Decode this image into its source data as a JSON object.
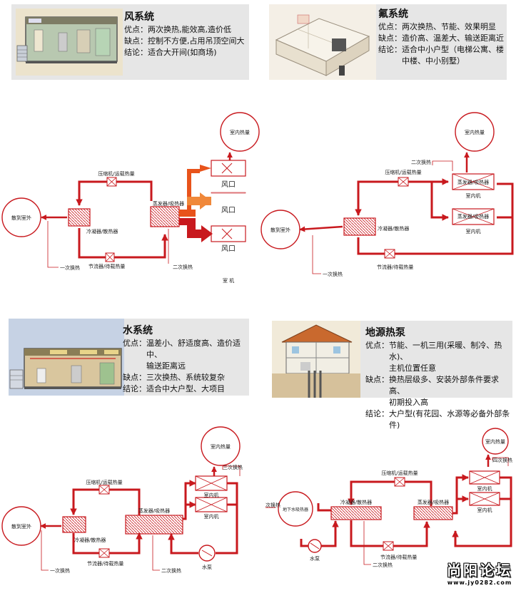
{
  "cards": {
    "air": {
      "title": "风系统",
      "rows": [
        {
          "k": "优点：",
          "v": "两次换热,能效高,造价低"
        },
        {
          "k": "缺点：",
          "v": "控制不方便,占用吊顶空间大"
        },
        {
          "k": "结论：",
          "v": "适合大开间(如商场)"
        }
      ]
    },
    "freon": {
      "title": "氟系统",
      "rows": [
        {
          "k": "优点：",
          "v": "两次换热、节能、效果明显"
        },
        {
          "k": "缺点：",
          "v": "造价高、温差大、输送距离近"
        },
        {
          "k": "结论：",
          "v": "适合中小户型（电梯公寓、楼\n中楼、中小别墅）"
        }
      ]
    },
    "water": {
      "title": "水系统",
      "rows": [
        {
          "k": "优点：",
          "v": "温差小、舒适度高、造价适中、\n输送距离远"
        },
        {
          "k": "缺点：",
          "v": "三次换热、系统较复杂"
        },
        {
          "k": "结论：",
          "v": "适合中大户型、大项目"
        }
      ]
    },
    "geo": {
      "title": "地源热泵",
      "rows": [
        {
          "k": "优点：",
          "v": "节能、一机三用(采暖、制冷、热水)、\n主机位置任意"
        },
        {
          "k": "缺点：",
          "v": "换热层级多、安装外部条件要求高、\n初期投入高"
        },
        {
          "k": "结论：",
          "v": "大户型(有花园、水源等必备外部条件)"
        }
      ]
    }
  },
  "diagrams": {
    "air": {
      "indoor_heat": "室内热量",
      "compressor": "压缩机/运载热量",
      "evaporator": "蒸发器/吸热器",
      "condenser": "冷凝器/散热器",
      "throttle": "节流器/待载热量",
      "release": "散到室外",
      "first_exchange": "一次换热",
      "second_exchange": "二次换热",
      "outlet": "风口",
      "room_unit": "室 机"
    },
    "freon": {
      "indoor_heat": "室内热量",
      "second_exchange": "二次换热",
      "compressor": "压缩机/运载热量",
      "evap_absorb": "蒸发器/吸热器",
      "indoor_unit": "室内机",
      "condenser": "冷凝器/散热器",
      "throttle": "节流器/待载热量",
      "release": "散到室外",
      "first_exchange": "一次换热"
    },
    "water": {
      "indoor_heat": "室内热量",
      "third_exchange": "三次换热",
      "compressor": "压缩机/运载热量",
      "evaporator": "蒸发器/吸热器",
      "indoor_unit": "室内机",
      "condenser": "冷凝器/散热器",
      "throttle": "节流器/待载热量",
      "release": "散到室外",
      "first_exchange": "一次换热",
      "second_exchange": "二次换热",
      "pump": "水泵"
    },
    "geo": {
      "indoor_heat": "室内热量",
      "fourth_exchange": "四次换热",
      "compressor": "压缩机/运载热量",
      "condenser": "冷凝器/散热器",
      "evaporator": "蒸发器/吸热器",
      "indoor_unit": "室内机",
      "exchange_left": "次换热",
      "ground": "地下水吸热器",
      "pump": "水泵",
      "throttle": "节流器/待载热量",
      "second_exchange": "二次换热"
    }
  },
  "watermark": {
    "name": "尚阳论坛",
    "url": "www.jy0282.com"
  },
  "colors": {
    "pipe": "#c8191e",
    "outline": "#d14040",
    "hot": "#e8531b",
    "card": "#e6e6e6"
  }
}
